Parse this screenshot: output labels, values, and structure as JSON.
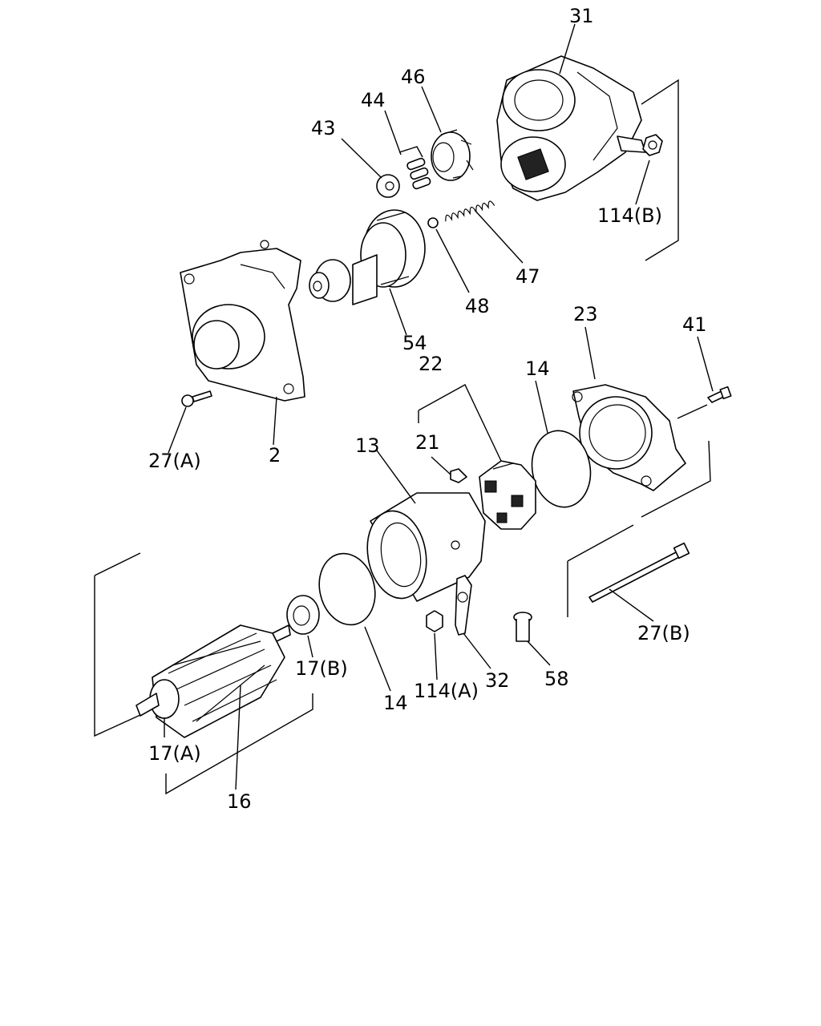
{
  "labels": {
    "p31": "31",
    "p46": "46",
    "p44": "44",
    "p43": "43",
    "p114b": "114(B)",
    "p47": "47",
    "p48": "48",
    "p54": "54",
    "p23": "23",
    "p41": "41",
    "p22": "22",
    "p14a": "14",
    "p21": "21",
    "p13": "13",
    "p27a": "27(A)",
    "p2": "2",
    "p17b": "17(B)",
    "p14b": "14",
    "p114a": "114(A)",
    "p32": "32",
    "p58": "58",
    "p27b": "27(B)",
    "p17a": "17(A)",
    "p16": "16"
  }
}
